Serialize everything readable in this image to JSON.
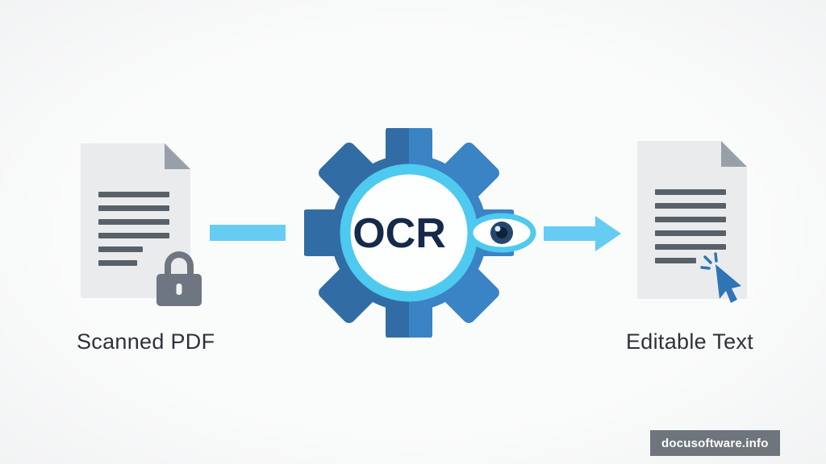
{
  "diagram": {
    "nodes": {
      "source": {
        "label": "Scanned PDF",
        "icon": "locked-document-icon"
      },
      "process": {
        "label": "OCR",
        "icon": "gear-eye-icon"
      },
      "output": {
        "label": "Editable Text",
        "icon": "editable-document-icon"
      }
    },
    "flow": [
      "Scanned PDF",
      "OCR",
      "Editable Text"
    ],
    "watermark": {
      "text": "docusoftware.info"
    },
    "colors": {
      "gear_left_half": "#316da4",
      "gear_right_half": "#3a83c4",
      "ring": "#4ec9ef",
      "arrow": "#66ccf2",
      "document_body": "#e9ebed",
      "document_fold": "#97a0a8",
      "text_line": "#596168",
      "lock": "#6e7681",
      "ocr_text": "#15294a",
      "cursor": "#2f74b5",
      "label_text": "#2d333b",
      "watermark_bg": "#6f757d"
    }
  }
}
